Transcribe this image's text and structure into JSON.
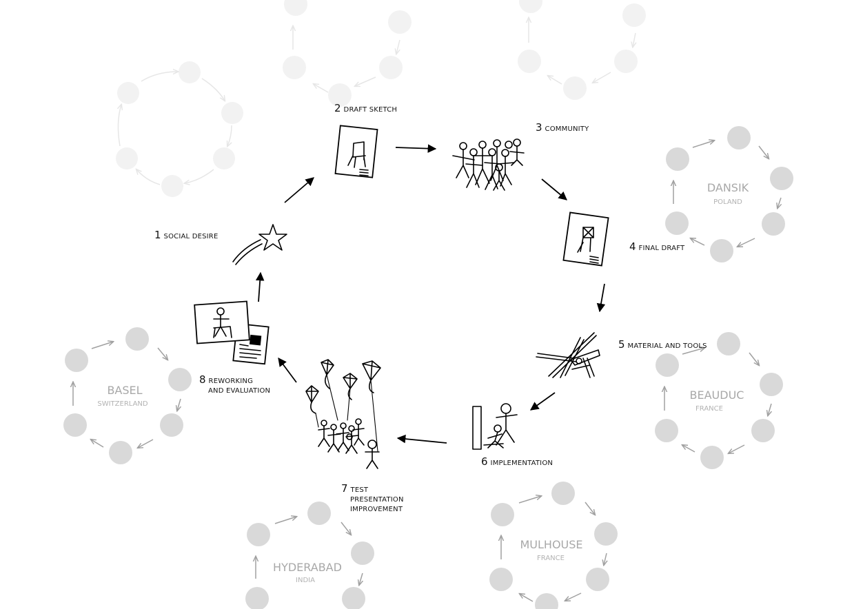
{
  "steps": [
    {
      "num": "1",
      "label_lines": [
        "SOCIAL DESIRE"
      ]
    },
    {
      "num": "2",
      "label_lines": [
        "DRAFT SKETCH"
      ]
    },
    {
      "num": "3",
      "label_lines": [
        "COMMUNITY"
      ]
    },
    {
      "num": "4",
      "label_lines": [
        "FINAL DRAFT"
      ]
    },
    {
      "num": "5",
      "label_lines": [
        "MATERIAL AND TOOLS"
      ]
    },
    {
      "num": "6",
      "label_lines": [
        "IMPLEMENTATION"
      ]
    },
    {
      "num": "7",
      "label_lines": [
        "TEST",
        "PRESENTATION",
        "IMPROVEMENT"
      ]
    },
    {
      "num": "8",
      "label_lines": [
        "REWORKING",
        "AND EVALUATION"
      ]
    }
  ],
  "cities": [
    {
      "name": "DANSIK",
      "country": "POLAND"
    },
    {
      "name": "BEAUDUC",
      "country": "FRANCE"
    },
    {
      "name": "BASEL",
      "country": "SWITZERLAND"
    },
    {
      "name": "HYDERABAD",
      "country": "INDIA"
    },
    {
      "name": "MULHOUSE",
      "country": "FRANCE"
    }
  ],
  "colors": {
    "ink": "#000000",
    "city_node": "#d9d9d9",
    "city_text": "#a8a8a8",
    "faint_node": "#f2f2f2"
  }
}
